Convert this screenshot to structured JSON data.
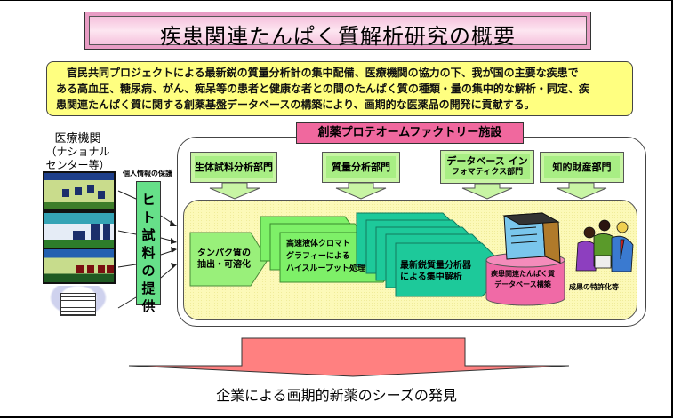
{
  "title": "疾患関連たんぱく質解析研究の概要",
  "summary": {
    "lines": [
      "　官民共同プロジェクトによる最新鋭の質量分析計の集中配備、医療機関の協力の下、我が国の主要な疾患で",
      "ある高血圧、糖尿病、がん、痴呆等の患者と健康な者との間のたんぱく質の種類・量の集中的な解析・同定、疾",
      "患関連たんぱく質に関する創薬基盤データベースの構築により、画期的な医薬品の開発に貢献する。"
    ]
  },
  "hospitals": {
    "label": "医療機関",
    "sub_lines": [
      "（ナショナル",
      "センター等）"
    ],
    "images": [
      "hospital-building-1",
      "hospital-building-2",
      "hospital-building-3",
      "hospital-building-4"
    ]
  },
  "privacy_label": "個人情報の保護",
  "sample_provision": "ヒト試料の提供",
  "factory": {
    "label": "創薬プロテオームファクトリー施設",
    "departments": [
      {
        "label": "生体試料分析部門"
      },
      {
        "label": "質量分析部門"
      },
      {
        "label_lines": [
          "データベース イン",
          "フォマティクス部門"
        ]
      },
      {
        "label": "知的財産部門"
      }
    ]
  },
  "process": {
    "step1": [
      "タンパク質の",
      "抽出・可溶化"
    ],
    "step2": [
      "高速液体クロマト",
      "グラフィーによる",
      "ハイスループット処理"
    ],
    "step3": [
      "最新鋭質量分析器",
      "による集中解析"
    ],
    "database": [
      "疾患関連たんぱく質",
      "データベース構築"
    ],
    "patent": "成果の特許化等"
  },
  "colors": {
    "title_pink": "#f3b6d6",
    "summary_yellow": "#ffff80",
    "factory_label_pink": "#f0689e",
    "dept_green": "#c8f5a4",
    "step_green": "#99f07a",
    "step_teal": "#1dc99a",
    "db_pink": "#f06aa6",
    "arrow_red": "#ff8080"
  },
  "result": "企業による画期的新薬のシーズの発見"
}
